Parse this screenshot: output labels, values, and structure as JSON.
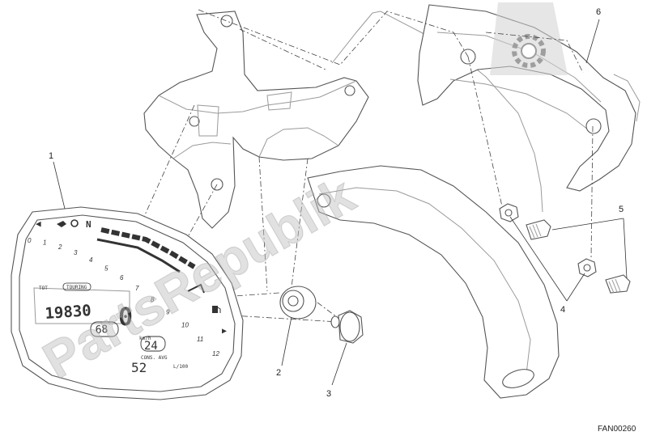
{
  "watermark": {
    "text": "PartsRepublik"
  },
  "drawing_code": "FAN00260",
  "callouts": [
    {
      "id": "1",
      "label": "1"
    },
    {
      "id": "2",
      "label": "2"
    },
    {
      "id": "3",
      "label": "3"
    },
    {
      "id": "4",
      "label": "4"
    },
    {
      "id": "5",
      "label": "5"
    },
    {
      "id": "6",
      "label": "6"
    }
  ],
  "dashboard": {
    "gear_indicator": "N",
    "rpm_scale": [
      "0",
      "1",
      "2",
      "3",
      "4",
      "5",
      "6",
      "7",
      "8",
      "9",
      "10",
      "11",
      "12"
    ],
    "odometer_label": "TOT",
    "mode_label": "TOURING",
    "odometer_value": "19830",
    "temperature_value": "68",
    "speed_value": "0",
    "speed_unit": "km/h",
    "fuel_value": "24",
    "consumption_label": "CONS. AVG",
    "consumption_unit": "L/100",
    "consumption_value": "52"
  },
  "colors": {
    "line": "#555555",
    "watermark": "#bdbdbd"
  },
  "icons": [
    "gear-icon",
    "fuel-pump-icon",
    "turn-signal-left-icon",
    "turn-signal-right-icon",
    "oil-can-icon"
  ]
}
